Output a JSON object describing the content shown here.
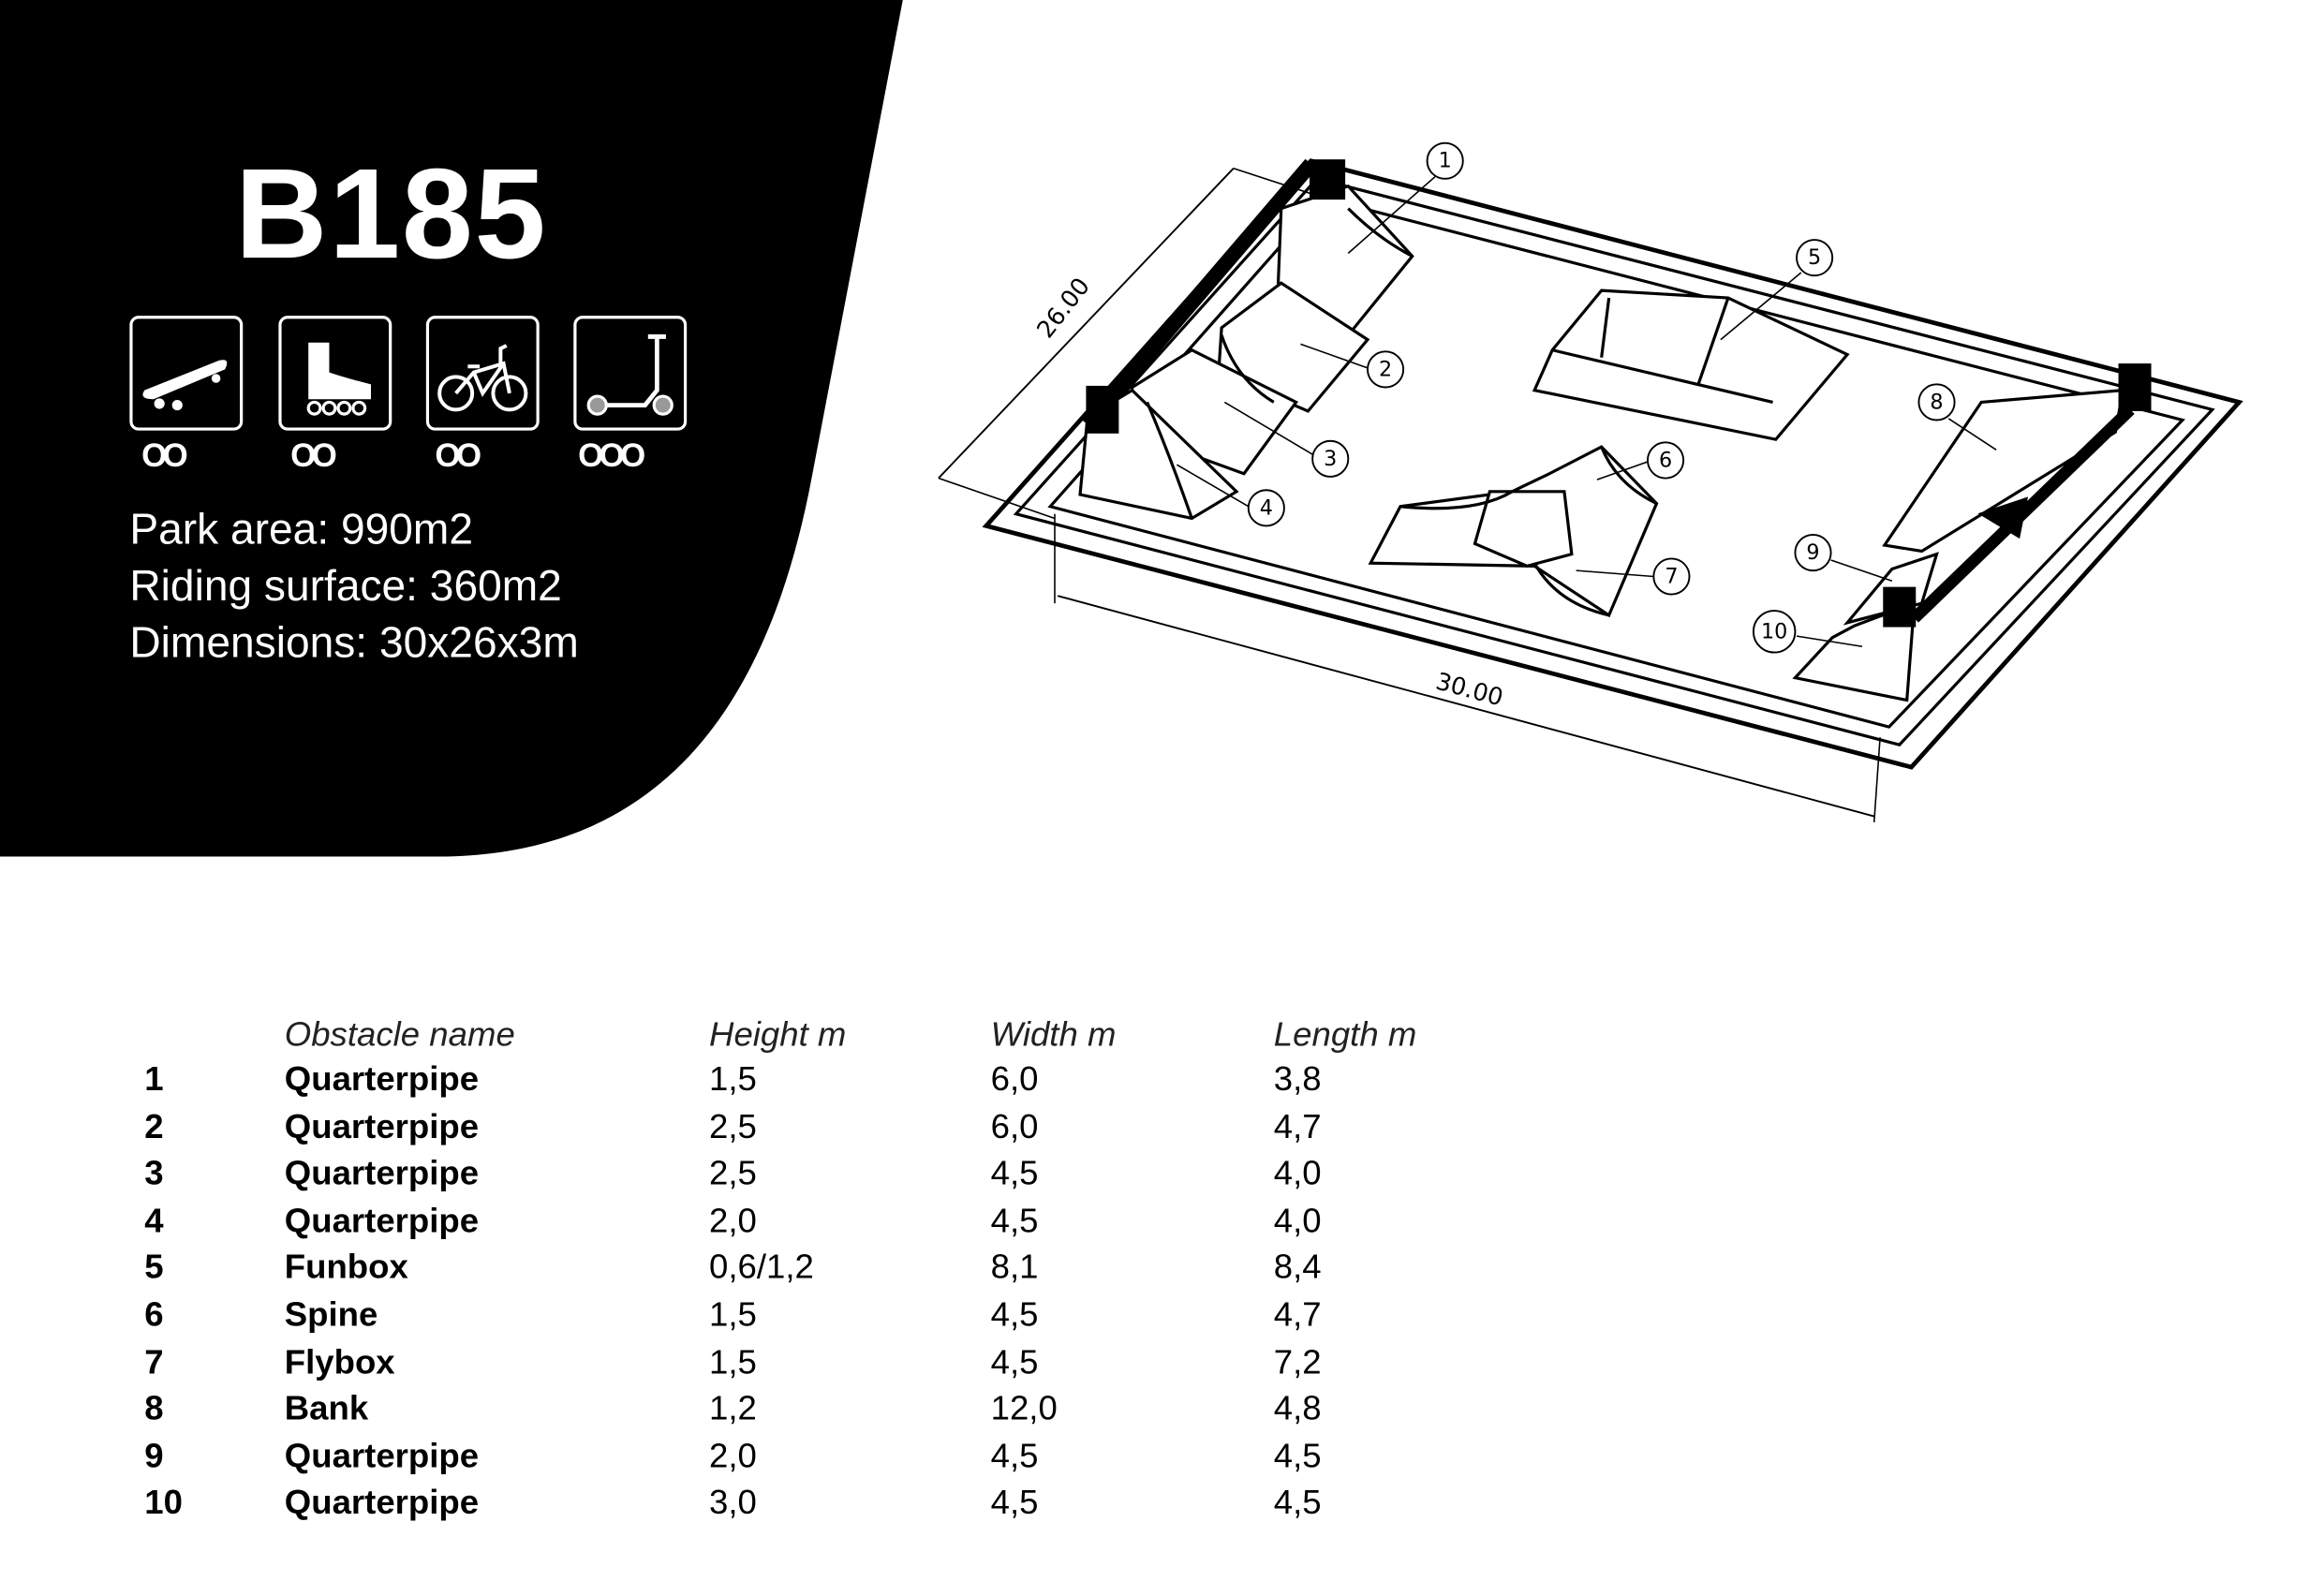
{
  "title": "B185",
  "disciplines": [
    {
      "name": "skateboard-icon",
      "rating": "OO"
    },
    {
      "name": "inline-skate-icon",
      "rating": "OO"
    },
    {
      "name": "bmx-bike-icon",
      "rating": "OO"
    },
    {
      "name": "scooter-icon",
      "rating": "OOO"
    }
  ],
  "stats": {
    "park_area": "Park area: 990m2",
    "riding_surface": "Riding surface: 360m2",
    "dimensions": "Dimensions: 30x26x3m"
  },
  "drawing": {
    "dim_width": "26.00",
    "dim_length": "30.00",
    "callouts": [
      "1",
      "2",
      "3",
      "4",
      "5",
      "6",
      "7",
      "8",
      "9",
      "10"
    ]
  },
  "table": {
    "headers": [
      "Obstacle name",
      "Height m",
      "Width m",
      "Length m"
    ],
    "rows": [
      {
        "n": "1",
        "name": "Quarterpipe",
        "h": "1,5",
        "w": "6,0",
        "l": "3,8"
      },
      {
        "n": "2",
        "name": "Quarterpipe",
        "h": "2,5",
        "w": "6,0",
        "l": "4,7"
      },
      {
        "n": "3",
        "name": "Quarterpipe",
        "h": "2,5",
        "w": "4,5",
        "l": "4,0"
      },
      {
        "n": "4",
        "name": "Quarterpipe",
        "h": "2,0",
        "w": "4,5",
        "l": "4,0"
      },
      {
        "n": "5",
        "name": "Funbox",
        "h": "0,6/1,2",
        "w": "8,1",
        "l": "8,4"
      },
      {
        "n": "6",
        "name": "Spine",
        "h": "1,5",
        "w": "4,5",
        "l": "4,7"
      },
      {
        "n": "7",
        "name": "Flybox",
        "h": "1,5",
        "w": "4,5",
        "l": "7,2"
      },
      {
        "n": "8",
        "name": "Bank",
        "h": "1,2",
        "w": "12,0",
        "l": "4,8"
      },
      {
        "n": "9",
        "name": "Quarterpipe",
        "h": "2,0",
        "w": "4,5",
        "l": "4,5"
      },
      {
        "n": "10",
        "name": "Quarterpipe",
        "h": "3,0",
        "w": "4,5",
        "l": "4,5"
      }
    ]
  }
}
